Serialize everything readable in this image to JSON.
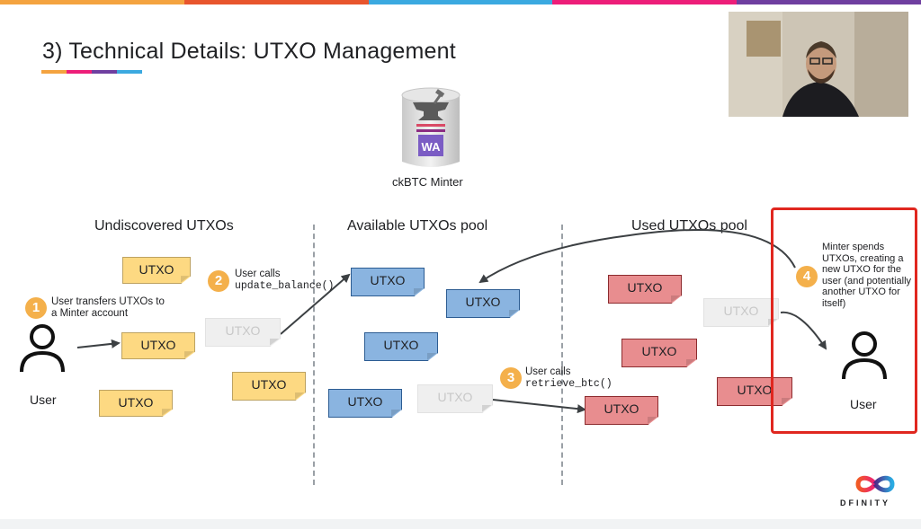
{
  "slide": {
    "title": "3) Technical Details: UTXO Management",
    "top_bar_colors": [
      "#f4a340",
      "#e8552d",
      "#3ba9e0",
      "#ed1e79",
      "#6f3fa0"
    ],
    "title_underline_colors": [
      "#f4a340",
      "#ed1e79",
      "#6f3fa0"
    ]
  },
  "minter": {
    "label": "ckBTC Minter",
    "icon_text": "WA",
    "icon": "canister-with-anvil-icon"
  },
  "sections": {
    "undiscovered": "Undiscovered UTXOs",
    "available": "Available UTXOs pool",
    "used": "Used UTXOs pool"
  },
  "utxo_label": "UTXO",
  "users": {
    "left_label": "User",
    "right_label": "User",
    "icon": "person-outline-icon"
  },
  "steps": [
    {
      "number": "1",
      "text": "User transfers UTXOs to a Minter account"
    },
    {
      "number": "2",
      "text": "User calls",
      "code": "update_balance()"
    },
    {
      "number": "3",
      "text": "User calls",
      "code": "retrieve_btc()"
    },
    {
      "number": "4",
      "text": "Minter spends UTXOs, creating a new UTXO for the user (and potentially another UTXO for itself)"
    }
  ],
  "colors": {
    "undiscovered_note": "#fdd982",
    "available_note": "#8ab4e0",
    "used_note": "#e88d8f",
    "step_badge": "#f4b04b",
    "highlight": "#e0271f"
  },
  "logo": {
    "text": "DFINITY",
    "icon": "dfinity-infinity-logo"
  },
  "video_feed": {
    "icon": "presenter-webcam-feed"
  }
}
